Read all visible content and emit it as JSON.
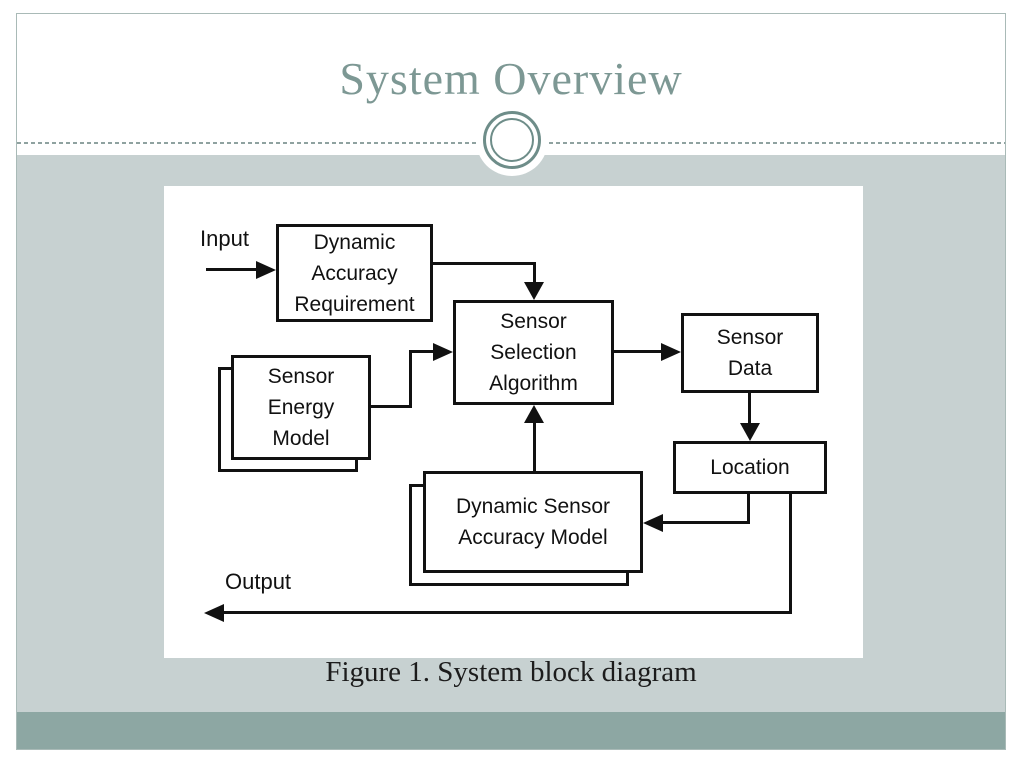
{
  "slide": {
    "title": "System Overview",
    "caption": "Figure 1. System block diagram"
  },
  "diagram": {
    "input_label": "Input",
    "output_label": "Output",
    "nodes": {
      "dar": {
        "label": "Dynamic\nAccuracy\nRequirement",
        "stacked": false
      },
      "ssa": {
        "label": "Sensor\nSelection\nAlgorithm",
        "stacked": false
      },
      "sensor_data": {
        "label": "Sensor\nData",
        "stacked": false
      },
      "location": {
        "label": "Location",
        "stacked": false
      },
      "sem": {
        "label": "Sensor\nEnergy\nModel",
        "stacked": true
      },
      "dsam": {
        "label": "Dynamic Sensor\nAccuracy Model",
        "stacked": true
      }
    },
    "edges": [
      {
        "from": "Input",
        "to": "Dynamic Accuracy Requirement"
      },
      {
        "from": "Dynamic Accuracy Requirement",
        "to": "Sensor Selection Algorithm"
      },
      {
        "from": "Sensor Energy Model",
        "to": "Sensor Selection Algorithm"
      },
      {
        "from": "Dynamic Sensor Accuracy Model",
        "to": "Sensor Selection Algorithm"
      },
      {
        "from": "Sensor Selection Algorithm",
        "to": "Sensor Data"
      },
      {
        "from": "Sensor Data",
        "to": "Location"
      },
      {
        "from": "Location",
        "to": "Dynamic Sensor Accuracy Model"
      },
      {
        "from": "Location",
        "to": "Output"
      }
    ]
  },
  "colors": {
    "body_background": "#c7d1d1",
    "bottom_bar": "#8da7a3",
    "title_text": "#7d9894",
    "ornament_ring": "#6e8d89",
    "diagram_line": "#111111"
  }
}
